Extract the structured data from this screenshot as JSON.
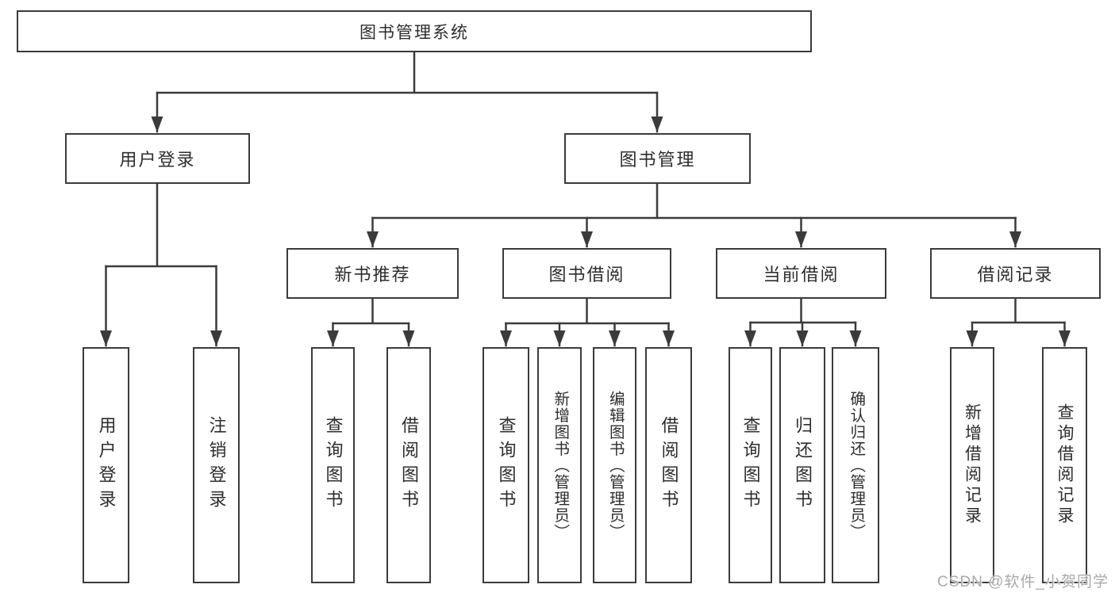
{
  "tree": {
    "label": "图书管理系统",
    "children": [
      {
        "label": "用户登录",
        "children": [
          {
            "label": "用户登录"
          },
          {
            "label": "注销登录"
          }
        ]
      },
      {
        "label": "图书管理",
        "children": [
          {
            "label": "新书推荐",
            "children": [
              {
                "label": "查询图书"
              },
              {
                "label": "借阅图书"
              }
            ]
          },
          {
            "label": "图书借阅",
            "children": [
              {
                "label": "查询图书"
              },
              {
                "label": "新增图书（管理员）"
              },
              {
                "label": "编辑图书（管理员）"
              },
              {
                "label": "借阅图书"
              }
            ]
          },
          {
            "label": "当前借阅",
            "children": [
              {
                "label": "查询图书"
              },
              {
                "label": "归还图书"
              },
              {
                "label": "确认归还（管理员）"
              }
            ]
          },
          {
            "label": "借阅记录",
            "children": [
              {
                "label": "新增借阅记录"
              },
              {
                "label": "查询借阅记录"
              }
            ]
          }
        ]
      }
    ]
  },
  "watermark": {
    "text": "CSDN @软件_小贺同学"
  },
  "colors": {
    "line": "#3b3b3b",
    "text": "#2d2d2d",
    "watermark": "#a5a5a5",
    "background": "#ffffff"
  }
}
